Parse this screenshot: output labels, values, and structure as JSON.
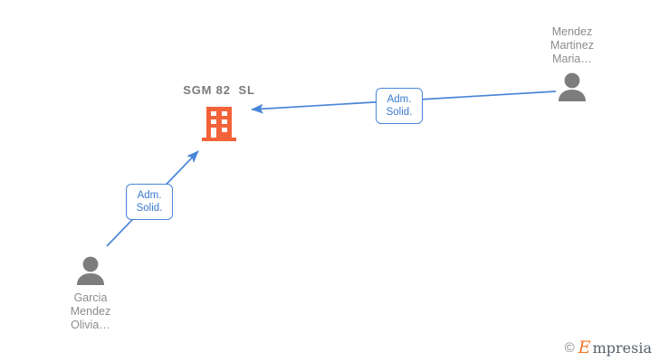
{
  "diagram": {
    "company": {
      "name": "SGM 82  SL",
      "icon": "building-icon",
      "color": "#f4623a"
    },
    "persons": [
      {
        "id": "person-right",
        "name": "Mendez\nMartinez\nMaria…",
        "icon": "person-icon"
      },
      {
        "id": "person-left",
        "name": "Garcia\nMendez\nOlivia…",
        "icon": "person-icon"
      }
    ],
    "edges": [
      {
        "id": "edge-right",
        "label": "Adm.\nSolid.",
        "from": "person-right",
        "to": "company",
        "color": "#4a86d8"
      },
      {
        "id": "edge-left",
        "label": "Adm.\nSolid.",
        "from": "person-left",
        "to": "company",
        "color": "#4a86d8"
      }
    ]
  },
  "watermark": {
    "copyright": "©",
    "brand_initial": "E",
    "brand_rest": "mpresia"
  }
}
